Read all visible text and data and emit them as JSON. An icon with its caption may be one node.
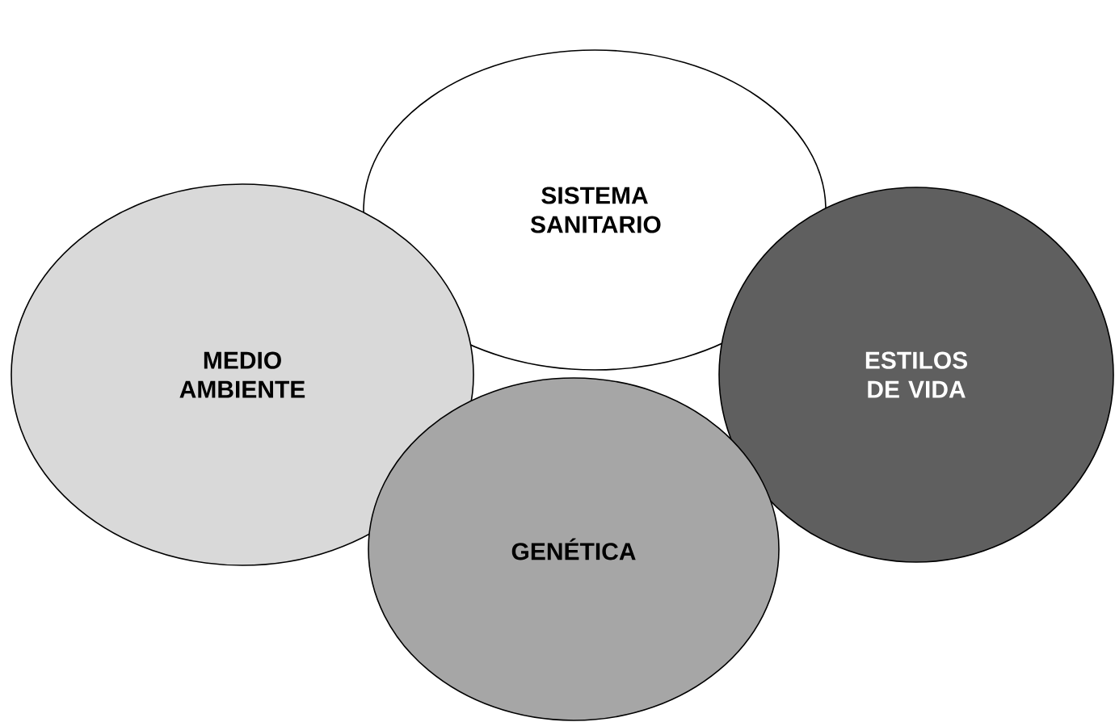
{
  "diagram": {
    "nodes": [
      {
        "text": [
          "SISTEMA SANITARIO"
        ]
      },
      {
        "text": [
          "MEDIO AMBIENTE"
        ]
      },
      {
        "text": [
          "ESTILOS DE VIDA"
        ]
      },
      {
        "text": [
          "GENÉTICA"
        ]
      }
    ]
  }
}
